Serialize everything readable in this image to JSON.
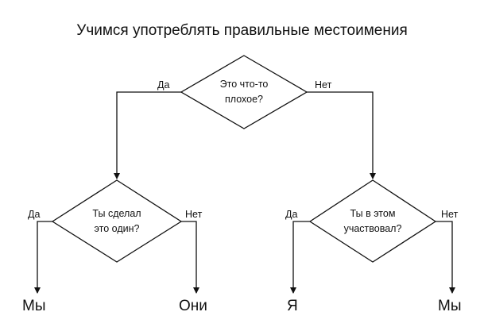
{
  "title": "Учимся употреблять правильные местоимения",
  "nodes": {
    "root": {
      "line1": "Это что-то",
      "line2": "плохое?"
    },
    "left": {
      "line1": "Ты сделал",
      "line2": "это один?"
    },
    "right": {
      "line1": "Ты в этом",
      "line2": "участвовал?"
    }
  },
  "branches": {
    "root_yes": "Да",
    "root_no": "Нет",
    "left_yes": "Да",
    "left_no": "Нет",
    "right_yes": "Да",
    "right_no": "Нет"
  },
  "leaves": {
    "ll": "Мы",
    "lr": "Они",
    "rl": "Я",
    "rr": "Мы"
  },
  "colors": {
    "stroke": "#111111",
    "background": "#ffffff"
  }
}
